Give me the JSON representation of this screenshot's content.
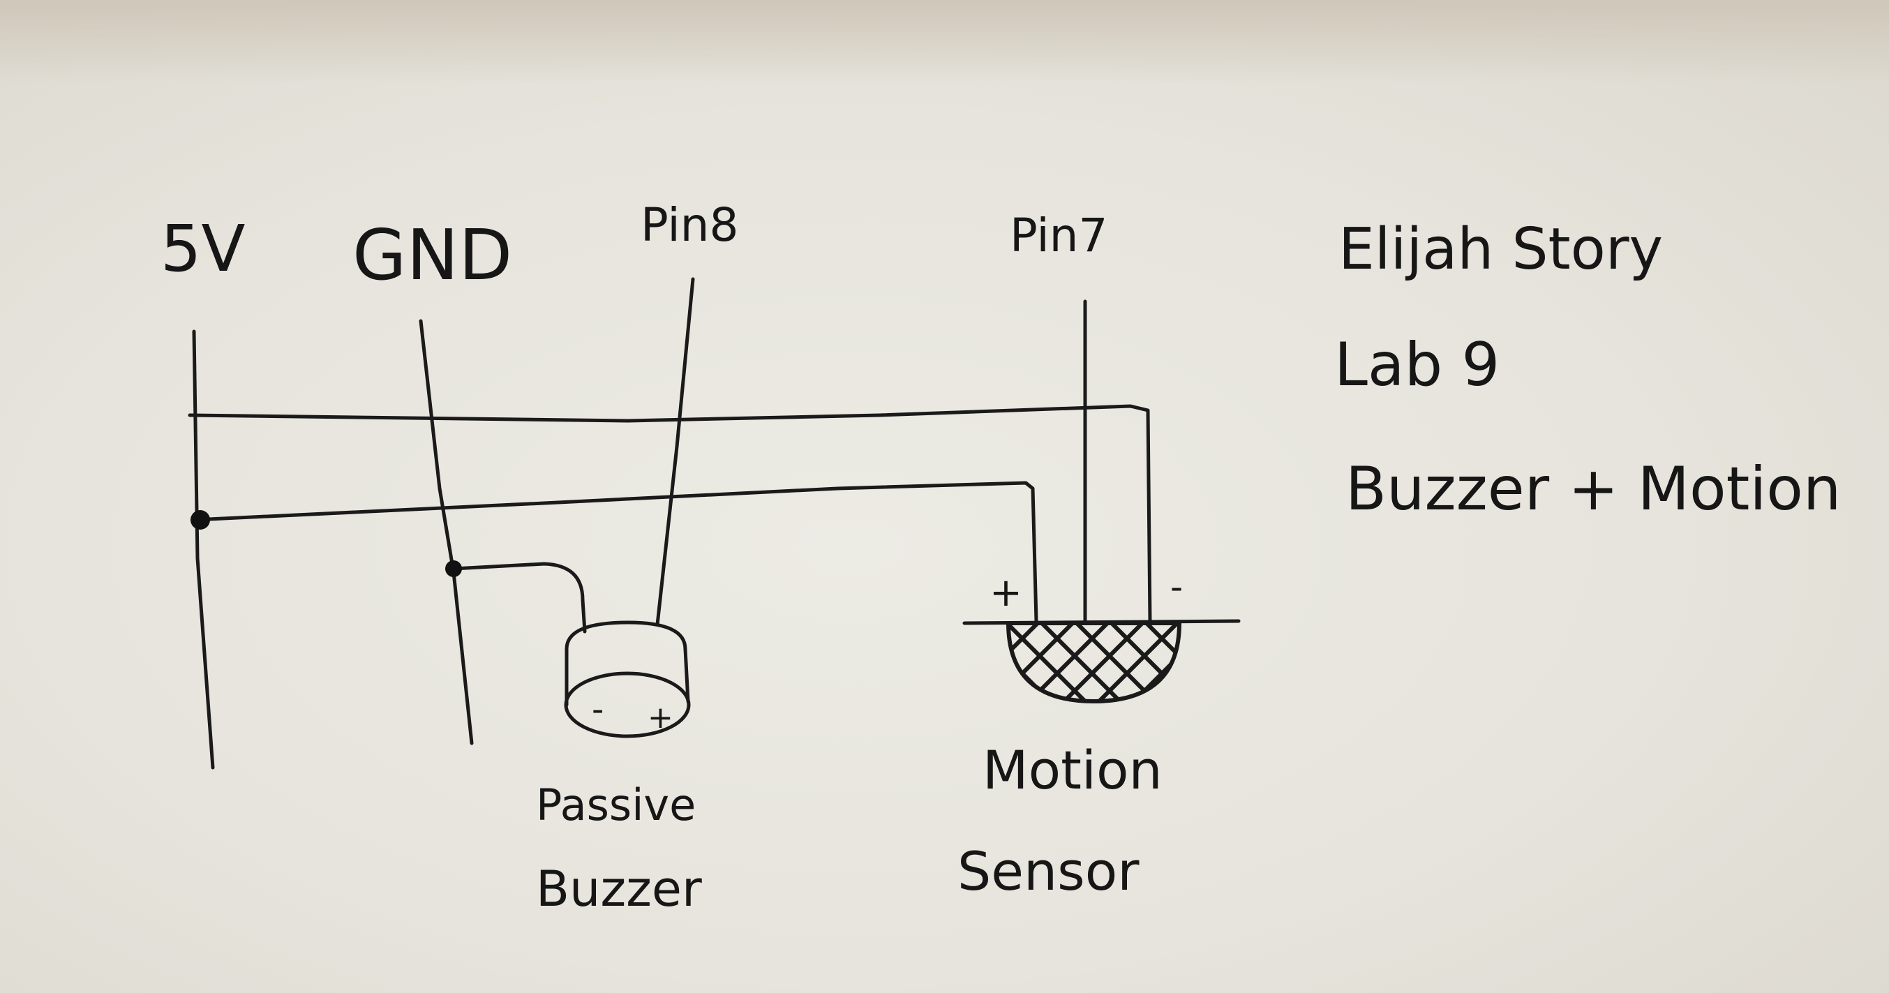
{
  "diagram": {
    "rails": {
      "v5": "5V",
      "gnd": "GND",
      "pin8": "Pin8",
      "pin7": "Pin7"
    },
    "buzzer": {
      "minus": "-",
      "plus": "+",
      "label_line1": "Passive",
      "label_line2": "Buzzer"
    },
    "sensor": {
      "plus": "+",
      "minus": "-",
      "label_line1": "Motion",
      "label_line2": "Sensor"
    },
    "notes": {
      "author": "Elijah Story",
      "lab": "Lab 9",
      "project": "Buzzer + Motion"
    }
  }
}
